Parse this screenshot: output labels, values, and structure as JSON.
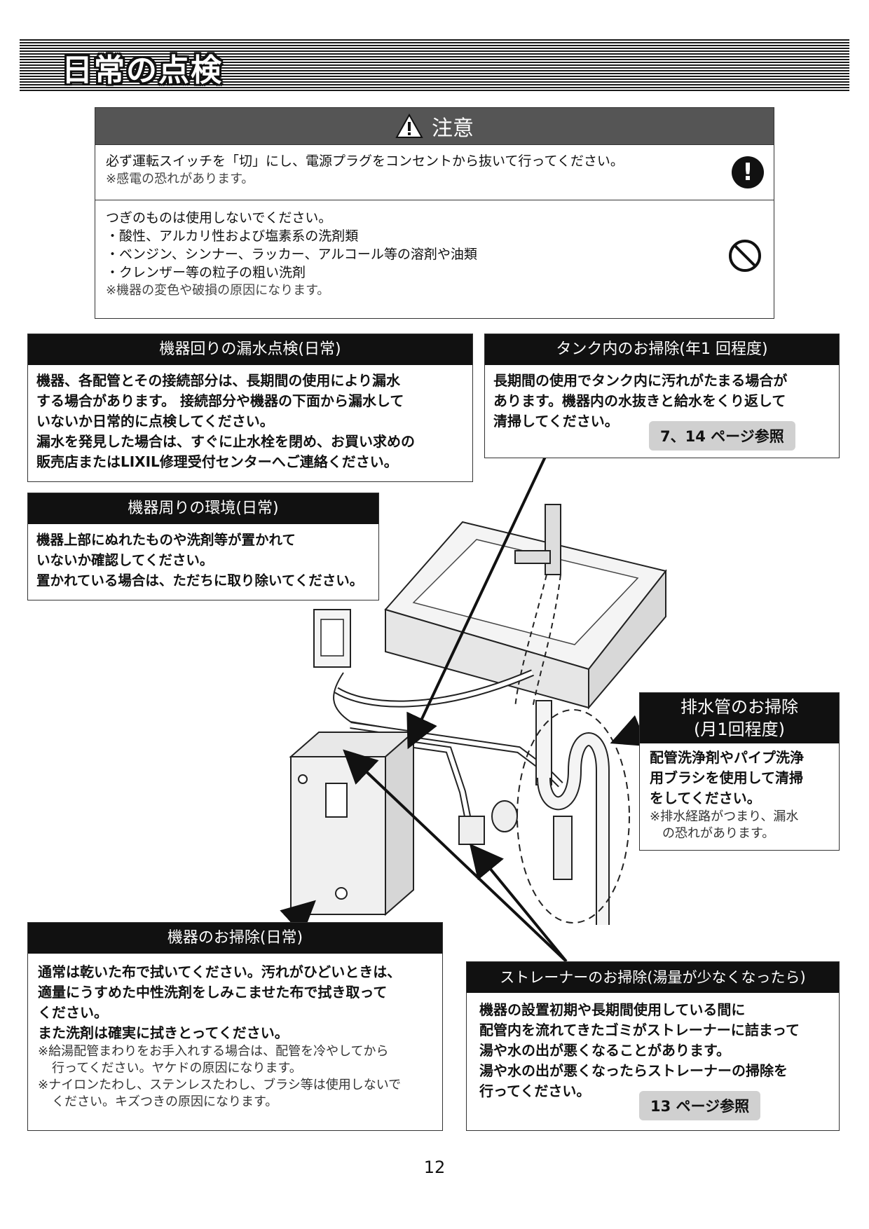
{
  "header": {
    "title": "日常の点検"
  },
  "caution": {
    "title": "注意",
    "row1": {
      "line1": "必ず運転スイッチを「切」にし、電源プラグをコンセントから抜いて行ってください。",
      "note": "※感電の恐れがあります。",
      "icon": "mandatory-icon"
    },
    "row2": {
      "line1": "つぎのものは使用しないでください。",
      "line2": "・酸性、アルカリ性および塩素系の洗剤類",
      "line3": "・ベンジン、シンナー、ラッカー、アルコール等の溶剤や油類",
      "line4": "・クレンザー等の粒子の粗い洗剤",
      "note": "※機器の変色や破損の原因になります。",
      "icon": "prohibit-icon"
    }
  },
  "leak_check": {
    "title": "機器回りの漏水点検(日常)",
    "line1": "機器、各配管とその接続部分は、長期間の使用により漏水",
    "line2": "する場合があります。 接続部分や機器の下面から漏水して",
    "line3": "いないか日常的に点検してください。",
    "line4": "漏水を発見した場合は、すぐに止水栓を閉め、お買い求めの",
    "line5": "販売店またはLIXIL修理受付センターへご連絡ください。"
  },
  "tank_clean": {
    "title": "タンク内のお掃除(年1 回程度)",
    "line1": "長期間の使用でタンク内に汚れがたまる場合が",
    "line2": "あります。機器内の水抜きと給水をくり返して",
    "line3": "清掃してください。",
    "ref": "7、14 ページ参照"
  },
  "environment": {
    "title": "機器周りの環境(日常)",
    "line1": "機器上部にぬれたものや洗剤等が置かれて",
    "line2": "いないか確認してください。",
    "line3": "置かれている場合は、ただちに取り除いてください。"
  },
  "drain_clean": {
    "title1": "排水管のお掃除",
    "title2": "(月1回程度)",
    "line1": "配管洗浄剤やパイプ洗浄",
    "line2": "用ブラシを使用して清掃",
    "line3": "をしてください。",
    "note1": "※排水経路がつまり、漏水",
    "note2": "の恐れがあります。"
  },
  "device_clean": {
    "title": "機器のお掃除(日常)",
    "line1": "通常は乾いた布で拭いてください。汚れがひどいときは、",
    "line2": "適量にうすめた中性洗剤をしみこませた布で拭き取って",
    "line3": "ください。",
    "line4": "また洗剤は確実に拭きとってください。",
    "note1": "※給湯配管まわりをお手入れする場合は、配管を冷やしてから",
    "note2": "行ってください。ヤケドの原因になります。",
    "note3": "※ナイロンたわし、ステンレスたわし、ブラシ等は使用しないで",
    "note4": "ください。キズつきの原因になります。"
  },
  "strainer_clean": {
    "title": "ストレーナーのお掃除(湯量が少なくなったら)",
    "line1": "機器の設置初期や長期間使用している間に",
    "line2": "配管内を流れてきたゴミがストレーナーに詰まって",
    "line3": "湯や水の出が悪くなることがあります。",
    "line4": "湯や水の出が悪くなったらストレーナーの掃除を",
    "line5": "行ってください。",
    "ref": "13 ページ参照"
  },
  "page_number": "12"
}
